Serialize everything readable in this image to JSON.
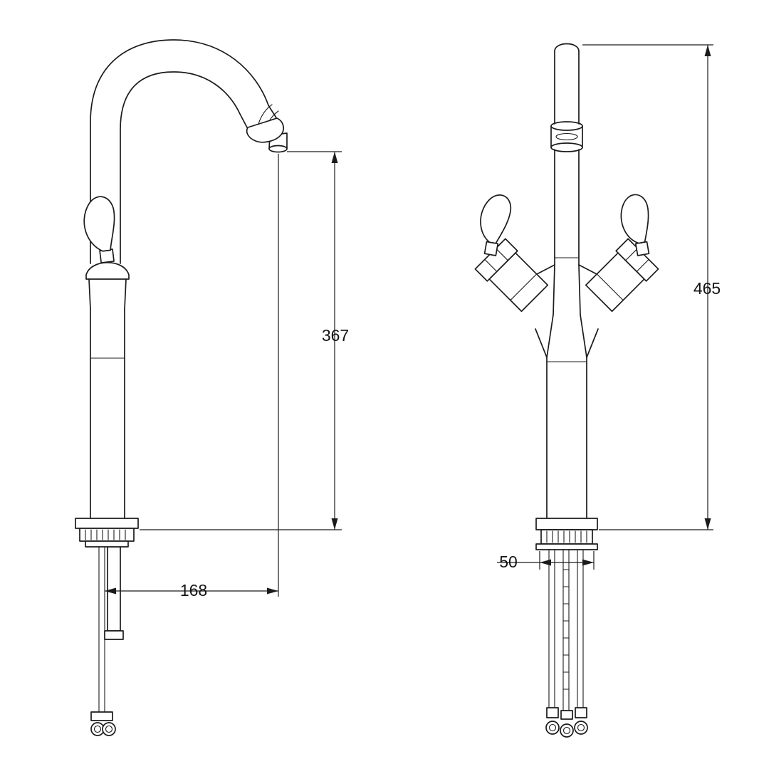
{
  "drawing": {
    "line_color": "#1b1b1b",
    "background": "#ffffff",
    "dimensions": {
      "spout_height": "367",
      "spout_reach": "168",
      "overall_height": "465",
      "base_width": "50"
    }
  }
}
